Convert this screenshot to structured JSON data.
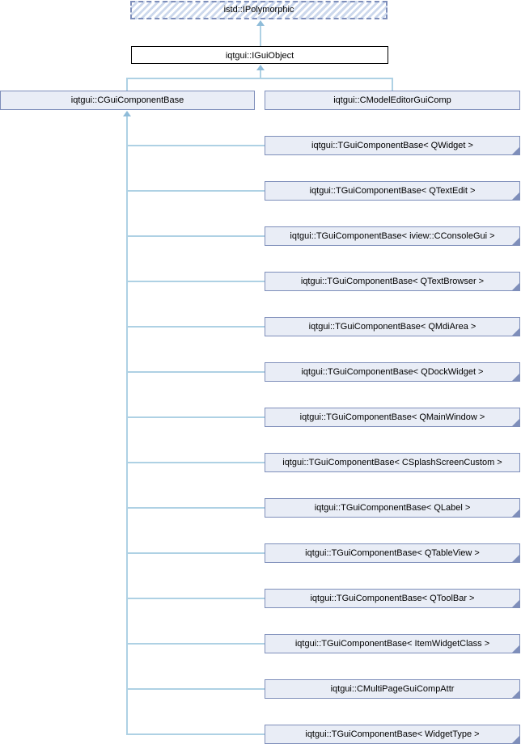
{
  "diagram": {
    "type": "class-inheritance-graph",
    "nodes": {
      "polymorphic": {
        "label": "istd::IPolymorphic",
        "style": "external-hatched"
      },
      "gui_object": {
        "label": "iqtgui::IGuiObject",
        "style": "interface"
      },
      "component_base": {
        "label": "iqtgui::CGuiComponentBase"
      },
      "model_editor": {
        "label": "iqtgui::CModelEditorGuiComp"
      },
      "children": [
        {
          "label": "iqtgui::TGuiComponentBase< QWidget >",
          "truncated": true
        },
        {
          "label": "iqtgui::TGuiComponentBase< QTextEdit >",
          "truncated": true
        },
        {
          "label": "iqtgui::TGuiComponentBase< iview::CConsoleGui >",
          "truncated": true
        },
        {
          "label": "iqtgui::TGuiComponentBase< QTextBrowser >",
          "truncated": true
        },
        {
          "label": "iqtgui::TGuiComponentBase< QMdiArea >",
          "truncated": true
        },
        {
          "label": "iqtgui::TGuiComponentBase< QDockWidget >",
          "truncated": true
        },
        {
          "label": "iqtgui::TGuiComponentBase< QMainWindow >",
          "truncated": true
        },
        {
          "label": "iqtgui::TGuiComponentBase< CSplashScreenCustom >",
          "truncated": false
        },
        {
          "label": "iqtgui::TGuiComponentBase< QLabel >",
          "truncated": true
        },
        {
          "label": "iqtgui::TGuiComponentBase< QTableView >",
          "truncated": true
        },
        {
          "label": "iqtgui::TGuiComponentBase< QToolBar >",
          "truncated": true
        },
        {
          "label": "iqtgui::TGuiComponentBase< ItemWidgetClass >",
          "truncated": true
        },
        {
          "label": "iqtgui::CMultiPageGuiCompAttr",
          "truncated": true
        },
        {
          "label": "iqtgui::TGuiComponentBase< WidgetType >",
          "truncated": true
        }
      ]
    },
    "colors": {
      "node_fill": "#e9edf6",
      "node_border": "#7e8eba",
      "edge_line": "#aed1e4",
      "arrow": "#8fbcd9",
      "hatch_stripe": "#ccd8ec",
      "text": "#000000"
    }
  }
}
